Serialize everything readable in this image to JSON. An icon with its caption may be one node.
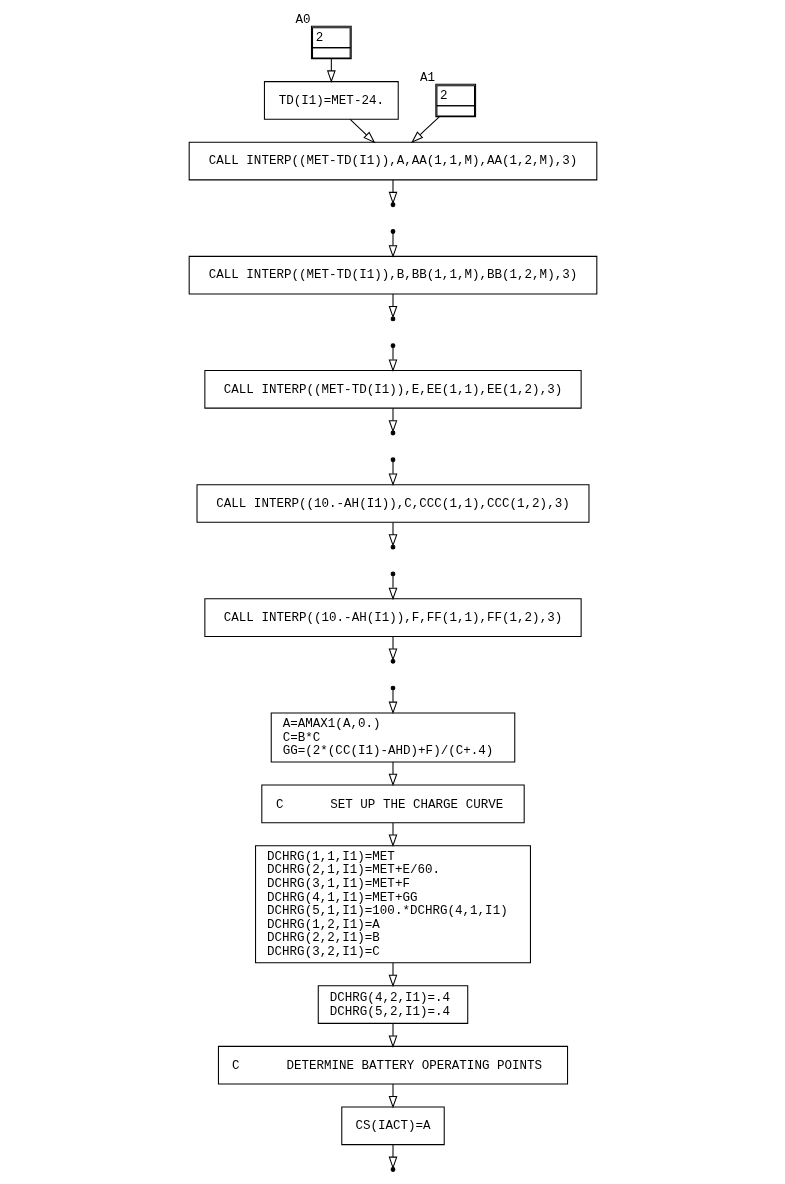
{
  "diagram": {
    "nodes": [
      {
        "text": [
          "2"
        ],
        "beside": [
          "A0"
        ]
      },
      {
        "text": [
          "TD(I1)=MET-24."
        ]
      },
      {
        "text": [
          "2"
        ],
        "beside": [
          "A1"
        ]
      },
      {
        "text": [
          "CALL INTERP((MET-TD(I1)),A,AA(1,1,M),AA(1,2,M),3)"
        ]
      },
      {
        "text": [
          "CALL INTERP((MET-TD(I1)),B,BB(1,1,M),BB(1,2,M),3)"
        ]
      },
      {
        "text": [
          "CALL INTERP((MET-TD(I1)),E,EE(1,1),EE(1,2),3)"
        ]
      },
      {
        "text": [
          "CALL INTERP((10.-AH(I1)),C,CCC(1,1),CCC(1,2),3)"
        ]
      },
      {
        "text": [
          "CALL INTERP((10.-AH(I1)),F,FF(1,1),FF(1,2),3)"
        ]
      },
      {
        "text": [
          "A=AMAX1(A,0.)",
          "C=B*C",
          "GG=(2*(CC(I1)-AHD)+F)/(C+.4)"
        ]
      },
      {
        "text": [
          "C",
          "SET UP THE CHARGE CURVE"
        ]
      },
      {
        "text": [
          "DCHRG(1,1,I1)=MET",
          "DCHRG(2,1,I1)=MET+E/60.",
          "DCHRG(3,1,I1)=MET+F",
          "DCHRG(4,1,I1)=MET+GG",
          "DCHRG(5,1,I1)=100.*DCHRG(4,1,I1)",
          "DCHRG(1,2,I1)=A",
          "DCHRG(2,2,I1)=B",
          "DCHRG(3,2,I1)=C"
        ]
      },
      {
        "text": [
          "DCHRG(4,2,I1)=.4",
          "DCHRG(5,2,I1)=.4"
        ]
      },
      {
        "text": [
          "C",
          "DETERMINE BATTERY OPERATING POINTS"
        ]
      },
      {
        "text": [
          "CS(IACT)=A"
        ]
      }
    ],
    "edges": [
      {
        "from": 0,
        "to": 1,
        "arrow": "to"
      },
      {
        "from": 1,
        "to": 3,
        "arrow": "to"
      },
      {
        "from": 2,
        "to": 3,
        "arrow": "to"
      },
      {
        "from": 3,
        "to": null,
        "arrow": "to"
      },
      {
        "from": 4,
        "to": null,
        "arrow": "to"
      },
      {
        "from": null,
        "to": 4,
        "arrow": "to"
      },
      {
        "from": 5,
        "to": null,
        "arrow": "to"
      },
      {
        "from": null,
        "to": 5,
        "arrow": "to"
      },
      {
        "from": 6,
        "to": null,
        "arrow": "to"
      },
      {
        "from": null,
        "to": 6,
        "arrow": "to"
      },
      {
        "from": 7,
        "to": null,
        "arrow": "to"
      },
      {
        "from": null,
        "to": 7,
        "arrow": "to"
      },
      {
        "from": null,
        "to": 8,
        "arrow": "to"
      },
      {
        "from": 8,
        "to": 9,
        "arrow": "to"
      },
      {
        "from": 9,
        "to": 10,
        "arrow": "to"
      },
      {
        "from": 10,
        "to": 11,
        "arrow": "to"
      },
      {
        "from": 11,
        "to": 12,
        "arrow": "to"
      },
      {
        "from": 12,
        "to": 13,
        "arrow": "to"
      },
      {
        "from": 13,
        "to": null,
        "arrow": "to"
      }
    ]
  }
}
